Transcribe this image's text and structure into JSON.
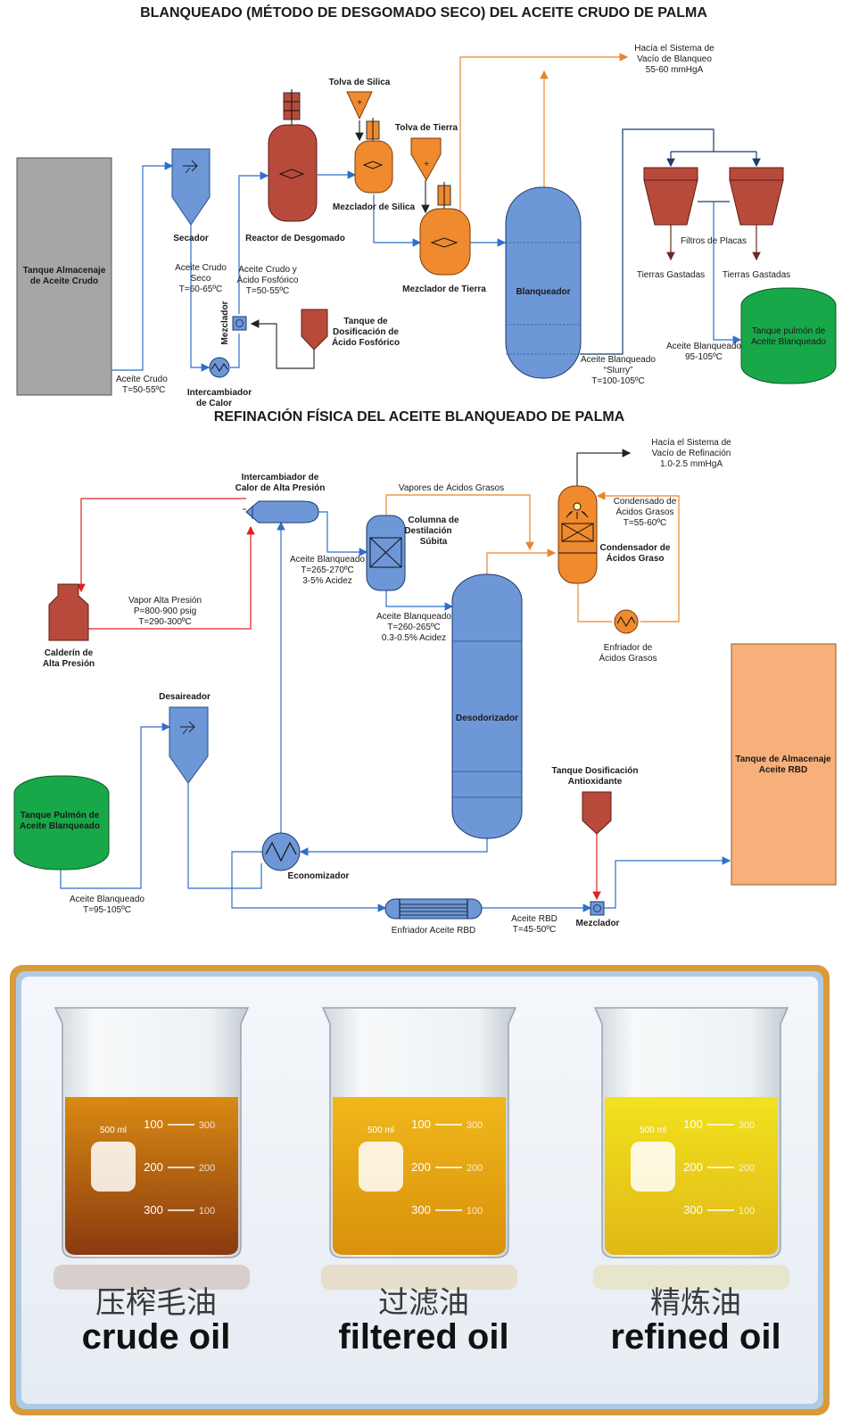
{
  "section1": {
    "title": "BLANQUEADO (MÉTODO DE DESGOMADO SECO) DEL ACEITE CRUDO DE PALMA",
    "tank_crude": [
      "Tanque Almacenaje",
      "de Aceite Crudo"
    ],
    "flow_crude": [
      "Aceite Crudo",
      "T=50-55ºC"
    ],
    "dryer": "Secador",
    "flow_dry": [
      "Aceite Crudo",
      "Seco",
      "T=60-65ºC"
    ],
    "exchanger": [
      "Intercambiador",
      "de Calor"
    ],
    "mixer": "Mezclador",
    "flow_acid": [
      "Aceite Crudo y",
      "Ácido Fosfórico",
      "T=50-55ºC"
    ],
    "reactor": "Reactor de Desgomado",
    "acid_tank": [
      "Tanque de",
      "Dosificación de",
      "Ácido Fosfórico"
    ],
    "silica_hopper": "Tolva de Silica",
    "silica_mixer": "Mezclador de Silica",
    "earth_hopper": "Tolva de Tierra",
    "earth_mixer": "Mezclador de Tierra",
    "bleacher": "Blanqueador",
    "vacuum": [
      "Hacía el Sistema de",
      "Vacío de Blanqueo",
      "55-60 mmHgA"
    ],
    "flow_slurry": [
      "Aceite Blanqueado",
      "“Slurry”",
      "T=100-105ºC"
    ],
    "filters": "Filtros de Placas",
    "spent1": "Tierras Gastadas",
    "spent2": "Tierras Gastadas",
    "buffer_tank": [
      "Tanque pulmón de",
      "Aceite Blanqueado"
    ],
    "flow_bleached": [
      "Aceite Blanqueado",
      "95-105ºC"
    ]
  },
  "section2": {
    "title": "REFINACIÓN FÍSICA DEL ACEITE BLANQUEADO DE PALMA",
    "hp_exchanger": [
      "Intercambiador de",
      "Calor de Alta Presión"
    ],
    "vacuum": [
      "Hacía el Sistema de",
      "Vacío de Refinación",
      "1.0-2.5 mmHgA"
    ],
    "fa_vapors": "Vapores de Ácidos Grasos",
    "flash_col": [
      "Columna de",
      "Destilación",
      "Súbita"
    ],
    "flow_265": [
      "Aceite Blanqueado",
      "T=265-270ºC",
      "3-5% Acidez"
    ],
    "steam": [
      "Vapor Alta Presión",
      "P=800-900 psig",
      "T=290-300ºC"
    ],
    "boiler": [
      "Calderín de",
      "Alta Presión"
    ],
    "flow_260": [
      "Aceite Blanqueado",
      "T=260-265ºC",
      "0.3-0.5% Acidez"
    ],
    "fa_condensate": [
      "Condensado de",
      "Ácidos Grasos",
      "T=55-60ºC"
    ],
    "fa_condenser": [
      "Condensador de",
      "Ácidos Graso"
    ],
    "fa_cooler": [
      "Enfriador de",
      "Ácidos Grasos"
    ],
    "deodorizer": "Desodorizador",
    "deaerator": "Desaireador",
    "rbd_tank": [
      "Tanque de Almacenaje",
      "Aceite RBD"
    ],
    "antiox": [
      "Tanque Dosificación",
      "Antioxidante"
    ],
    "buffer_tank": [
      "Tanque Pulmón de",
      "Aceite Blanqueado"
    ],
    "economizer": "Economizador",
    "flow_bleached": [
      "Aceite Blanqueado",
      "T=95-105ºC"
    ],
    "rbd_cooler": "Enfriador Aceite RBD",
    "flow_rbd": [
      "Aceite RBD",
      "T=45-50ºC"
    ],
    "mixer": "Mezclador"
  },
  "beakers": [
    {
      "cn": "压榨毛油",
      "en": "crude oil",
      "color_top": "#d98a12",
      "color_bottom": "#8a3a10"
    },
    {
      "cn": "过滤油",
      "en": "filtered oil",
      "color_top": "#f0b81a",
      "color_bottom": "#d9900d"
    },
    {
      "cn": "精炼油",
      "en": "refined oil",
      "color_top": "#f2e21e",
      "color_bottom": "#e0b816"
    }
  ],
  "beaker_marks": [
    "100",
    "200",
    "300"
  ],
  "beaker_marks_right": [
    "300",
    "200",
    "100"
  ],
  "beaker_volume": "500 ml"
}
